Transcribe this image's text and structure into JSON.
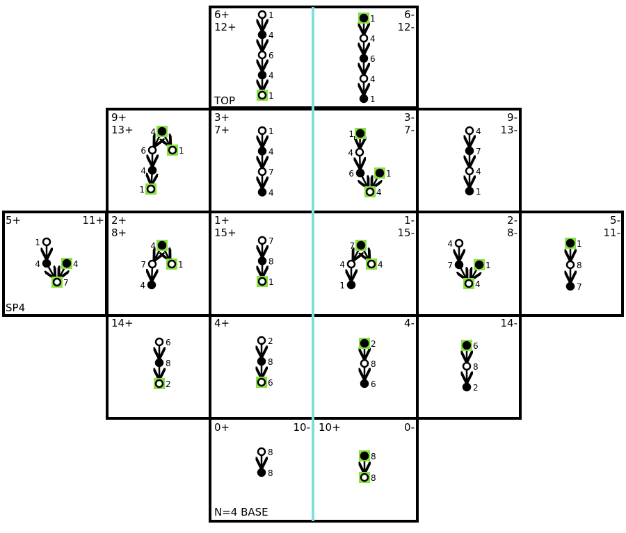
{
  "colors": {
    "frame": "#000000",
    "mirror": "#7fe0d8",
    "highlight": "#86e23c",
    "node_fill": "#000000",
    "node_open": "#ffffff"
  },
  "cells": [
    {
      "id": "top",
      "labels_left": [
        "6+",
        "12+"
      ],
      "labels_right": [
        "6-",
        "12-"
      ],
      "footer_left": "TOP"
    },
    {
      "id": "r2c1",
      "labels_left": [
        "9+",
        "13+"
      ]
    },
    {
      "id": "r2c2",
      "labels_left": [
        "3+",
        "7+"
      ],
      "labels_right": [
        "3-",
        "7-"
      ]
    },
    {
      "id": "r2c4",
      "labels_right": [
        "9-",
        "13-"
      ]
    },
    {
      "id": "r3c0",
      "labels_left": [
        "5+"
      ],
      "labels_right": [
        "11+"
      ],
      "footer_left": "SP4"
    },
    {
      "id": "r3c1",
      "labels_left": [
        "2+",
        "8+"
      ]
    },
    {
      "id": "r3c2",
      "labels_left": [
        "1+",
        "15+"
      ],
      "labels_right": [
        "1-",
        "15-"
      ]
    },
    {
      "id": "r3c4",
      "labels_right": [
        "2-",
        "8-"
      ]
    },
    {
      "id": "r3c5",
      "labels_right": [
        "5-",
        "11-"
      ]
    },
    {
      "id": "r4c1",
      "labels_left": [
        "14+"
      ]
    },
    {
      "id": "r4c2",
      "labels_left": [
        "4+"
      ],
      "labels_right": [
        "4-"
      ]
    },
    {
      "id": "r4c4",
      "labels_right": [
        "14-"
      ]
    },
    {
      "id": "base",
      "labels_left": [
        "0+"
      ],
      "labels_right": [
        "10-"
      ],
      "labels_left2": [
        "10+"
      ],
      "labels_right2": [
        "0-"
      ],
      "footer_left": "N=4 BASE"
    }
  ],
  "trees": {
    "t_top_l": {
      "nodes": [
        {
          "n": "1",
          "f": false,
          "h": false
        },
        {
          "n": "4",
          "f": true,
          "h": false
        },
        {
          "n": "6",
          "f": false,
          "h": false
        },
        {
          "n": "4",
          "f": true,
          "h": false
        },
        {
          "n": "1",
          "f": false,
          "h": true
        }
      ]
    },
    "t_top_r": {
      "nodes": [
        {
          "n": "1",
          "f": true,
          "h": true
        },
        {
          "n": "4",
          "f": false,
          "h": false
        },
        {
          "n": "6",
          "f": true,
          "h": false
        },
        {
          "n": "4",
          "f": false,
          "h": false
        },
        {
          "n": "1",
          "f": true,
          "h": false
        }
      ]
    },
    "t_r2c1": {
      "nodes": [
        {
          "n": "4",
          "f": true,
          "h": true
        },
        {
          "n": "6",
          "f": false,
          "h": false
        },
        {
          "n": "1",
          "f": false,
          "h": true
        },
        {
          "n": "4",
          "f": true,
          "h": false
        },
        {
          "n": "1",
          "f": false,
          "h": true
        }
      ]
    },
    "t_r2c2_l": {
      "nodes": [
        {
          "n": "1",
          "f": false,
          "h": false
        },
        {
          "n": "4",
          "f": true,
          "h": false
        },
        {
          "n": "7",
          "f": false,
          "h": false
        },
        {
          "n": "4",
          "f": true,
          "h": false
        }
      ]
    },
    "t_r2c2_r": {
      "nodes": [
        {
          "n": "1",
          "f": true,
          "h": true
        },
        {
          "n": "4",
          "f": false,
          "h": false
        },
        {
          "n": "6",
          "f": true,
          "h": false
        },
        {
          "n": "1",
          "f": true,
          "h": true
        },
        {
          "n": "4",
          "f": false,
          "h": true
        }
      ]
    },
    "t_r2c4": {
      "nodes": [
        {
          "n": "4",
          "f": false,
          "h": false
        },
        {
          "n": "7",
          "f": true,
          "h": false
        },
        {
          "n": "4",
          "f": false,
          "h": false
        },
        {
          "n": "1",
          "f": true,
          "h": false
        }
      ]
    },
    "t_r3c0": {
      "nodes": [
        {
          "n": "1",
          "f": false,
          "h": false
        },
        {
          "n": "4",
          "f": true,
          "h": false
        },
        {
          "n": "4",
          "f": true,
          "h": true
        },
        {
          "n": "7",
          "f": false,
          "h": true
        }
      ]
    },
    "t_r3c1": {
      "nodes": [
        {
          "n": "4",
          "f": true,
          "h": true
        },
        {
          "n": "7",
          "f": false,
          "h": false
        },
        {
          "n": "1",
          "f": false,
          "h": true
        },
        {
          "n": "4",
          "f": true,
          "h": false
        }
      ]
    },
    "t_r3c2_l": {
      "nodes": [
        {
          "n": "7",
          "f": false,
          "h": false
        },
        {
          "n": "8",
          "f": true,
          "h": false
        },
        {
          "n": "1",
          "f": false,
          "h": true
        }
      ]
    },
    "t_r3c2_r": {
      "nodes": [
        {
          "n": "7",
          "f": true,
          "h": true
        },
        {
          "n": "4",
          "f": false,
          "h": false
        },
        {
          "n": "4",
          "f": false,
          "h": true
        },
        {
          "n": "1",
          "f": true,
          "h": false
        }
      ]
    },
    "t_r3c4": {
      "nodes": [
        {
          "n": "4",
          "f": false,
          "h": false
        },
        {
          "n": "7",
          "f": true,
          "h": false
        },
        {
          "n": "1",
          "f": true,
          "h": true
        },
        {
          "n": "4",
          "f": false,
          "h": true
        }
      ]
    },
    "t_r3c5": {
      "nodes": [
        {
          "n": "1",
          "f": true,
          "h": true
        },
        {
          "n": "8",
          "f": false,
          "h": false
        },
        {
          "n": "7",
          "f": true,
          "h": false
        }
      ]
    },
    "t_r4c1": {
      "nodes": [
        {
          "n": "6",
          "f": false,
          "h": false
        },
        {
          "n": "8",
          "f": true,
          "h": false
        },
        {
          "n": "2",
          "f": false,
          "h": true
        }
      ]
    },
    "t_r4c2_l": {
      "nodes": [
        {
          "n": "2",
          "f": false,
          "h": false
        },
        {
          "n": "8",
          "f": true,
          "h": false
        },
        {
          "n": "6",
          "f": false,
          "h": true
        }
      ]
    },
    "t_r4c2_r": {
      "nodes": [
        {
          "n": "2",
          "f": true,
          "h": true
        },
        {
          "n": "8",
          "f": false,
          "h": false
        },
        {
          "n": "6",
          "f": true,
          "h": false
        }
      ]
    },
    "t_r4c4": {
      "nodes": [
        {
          "n": "6",
          "f": true,
          "h": true
        },
        {
          "n": "8",
          "f": false,
          "h": false
        },
        {
          "n": "2",
          "f": true,
          "h": false
        }
      ]
    },
    "t_base_l": {
      "nodes": [
        {
          "n": "8",
          "f": false,
          "h": false
        },
        {
          "n": "8",
          "f": true,
          "h": false
        }
      ]
    },
    "t_base_r": {
      "nodes": [
        {
          "n": "8",
          "f": true,
          "h": true
        },
        {
          "n": "8",
          "f": false,
          "h": true
        }
      ]
    }
  }
}
